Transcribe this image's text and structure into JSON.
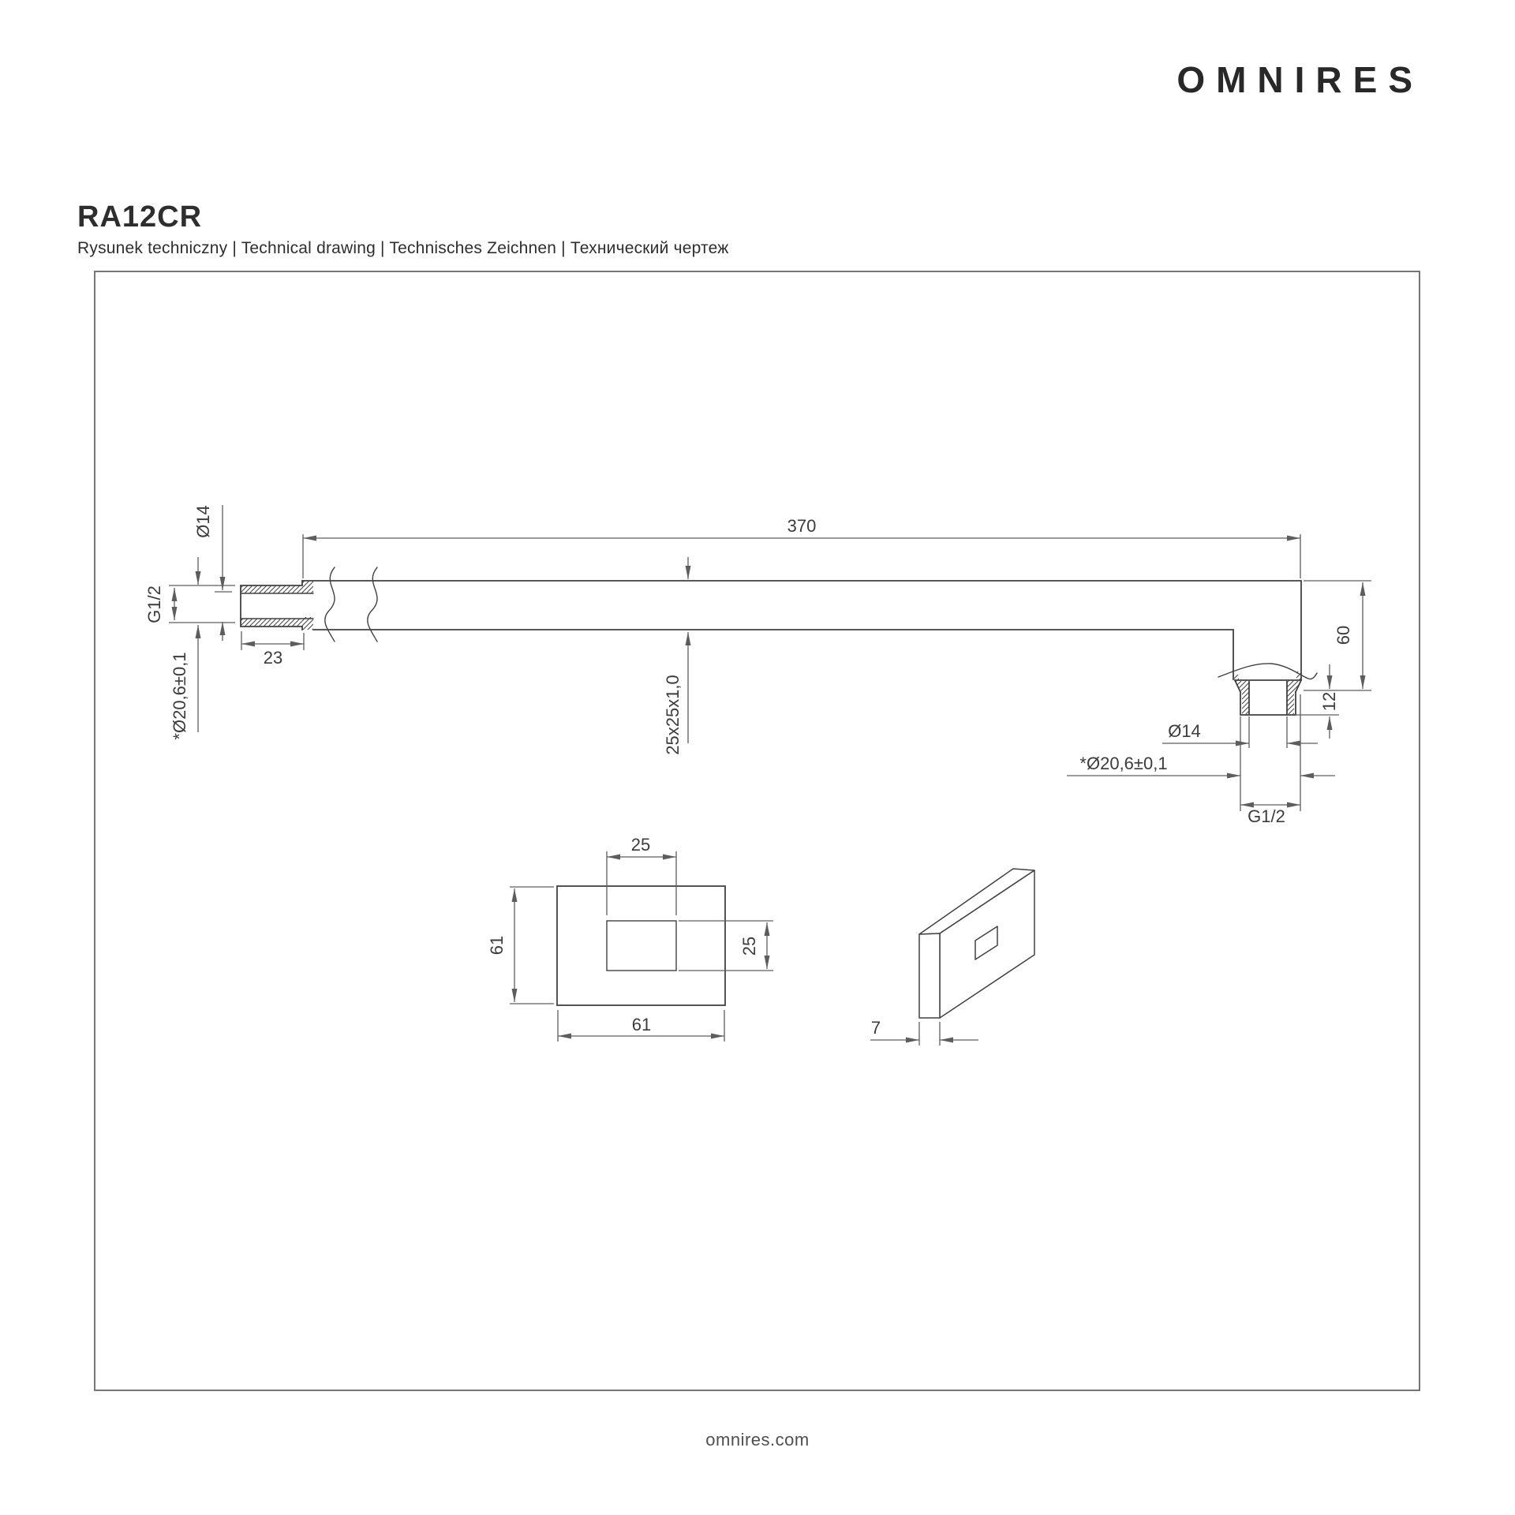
{
  "brand": {
    "logo": "OMNIRES"
  },
  "header": {
    "product_code": "RA12CR",
    "subtitle": "Rysunek techniczny | Technical drawing | Technisches Zeichnen | Технический чертеж"
  },
  "drawing": {
    "side_view": {
      "arm_length": "370",
      "wall_thread_length": "23",
      "wall_bore_diameter": "Ø14",
      "wall_thread": "G1/2",
      "wall_thread_od": "*Ø20,6±0,1",
      "tube_profile": "25x25x1,0",
      "outlet_drop": "60",
      "outlet_nut_height": "12",
      "outlet_bore_diameter": "Ø14",
      "outlet_thread_od": "*Ø20,6±0,1",
      "outlet_thread": "G1/2"
    },
    "escutcheon_front_view": {
      "plate_height": "61",
      "plate_width": "61",
      "hole_width": "25",
      "hole_height": "25"
    },
    "escutcheon_iso_view": {
      "plate_thickness": "7"
    }
  },
  "colors": {
    "line_main": "#414141",
    "line_dim": "#5d5d5d",
    "dim_text": "#3c3c3c",
    "frame_border": "#757575",
    "heading_text": "#2e2e2e",
    "logo_text": "#282828",
    "footer_text": "#4f4f4f",
    "background": "#ffffff"
  },
  "footer": {
    "website": "omnires.com"
  }
}
